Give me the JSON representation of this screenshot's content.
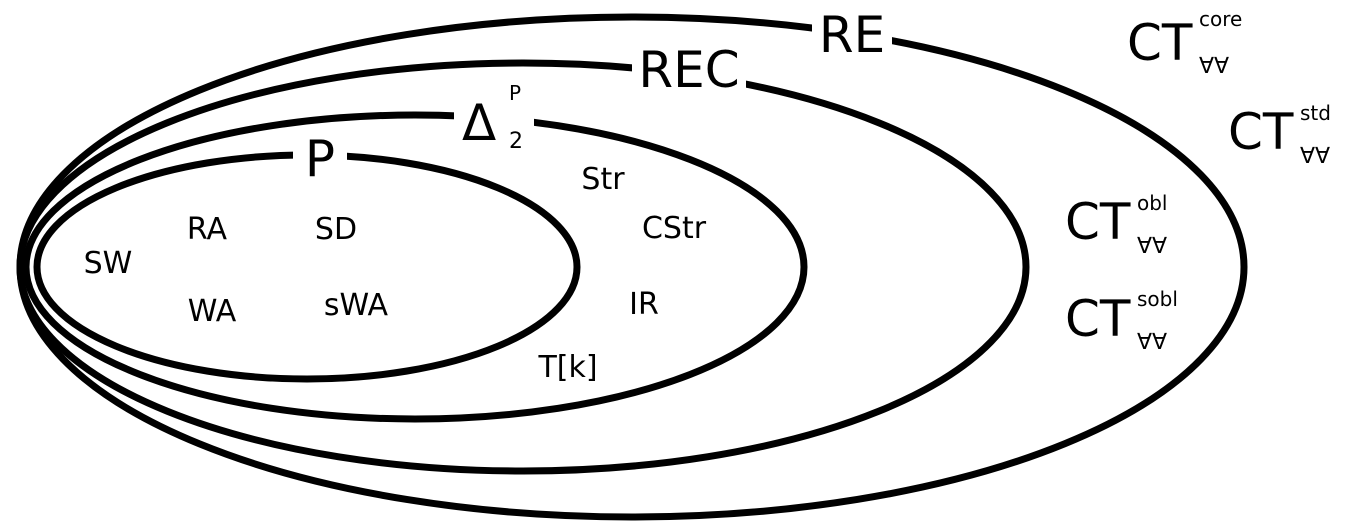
{
  "sets": {
    "re": "RE",
    "rec": "REC",
    "delta_base": "Δ",
    "delta_sup": "P",
    "delta_sub": "2",
    "p": "P"
  },
  "members_p": [
    "SW",
    "RA",
    "SD",
    "WA",
    "sWA"
  ],
  "members_delta": [
    "Str",
    "CStr",
    "IR",
    "T[k]"
  ],
  "ct_labels": [
    {
      "base": "CT",
      "sup": "core",
      "sub": "∀∀"
    },
    {
      "base": "CT",
      "sup": "std",
      "sub": "∀∀"
    },
    {
      "base": "CT",
      "sup": "obl",
      "sub": "∀∀"
    },
    {
      "base": "CT",
      "sup": "sobl",
      "sub": "∀∀"
    }
  ]
}
